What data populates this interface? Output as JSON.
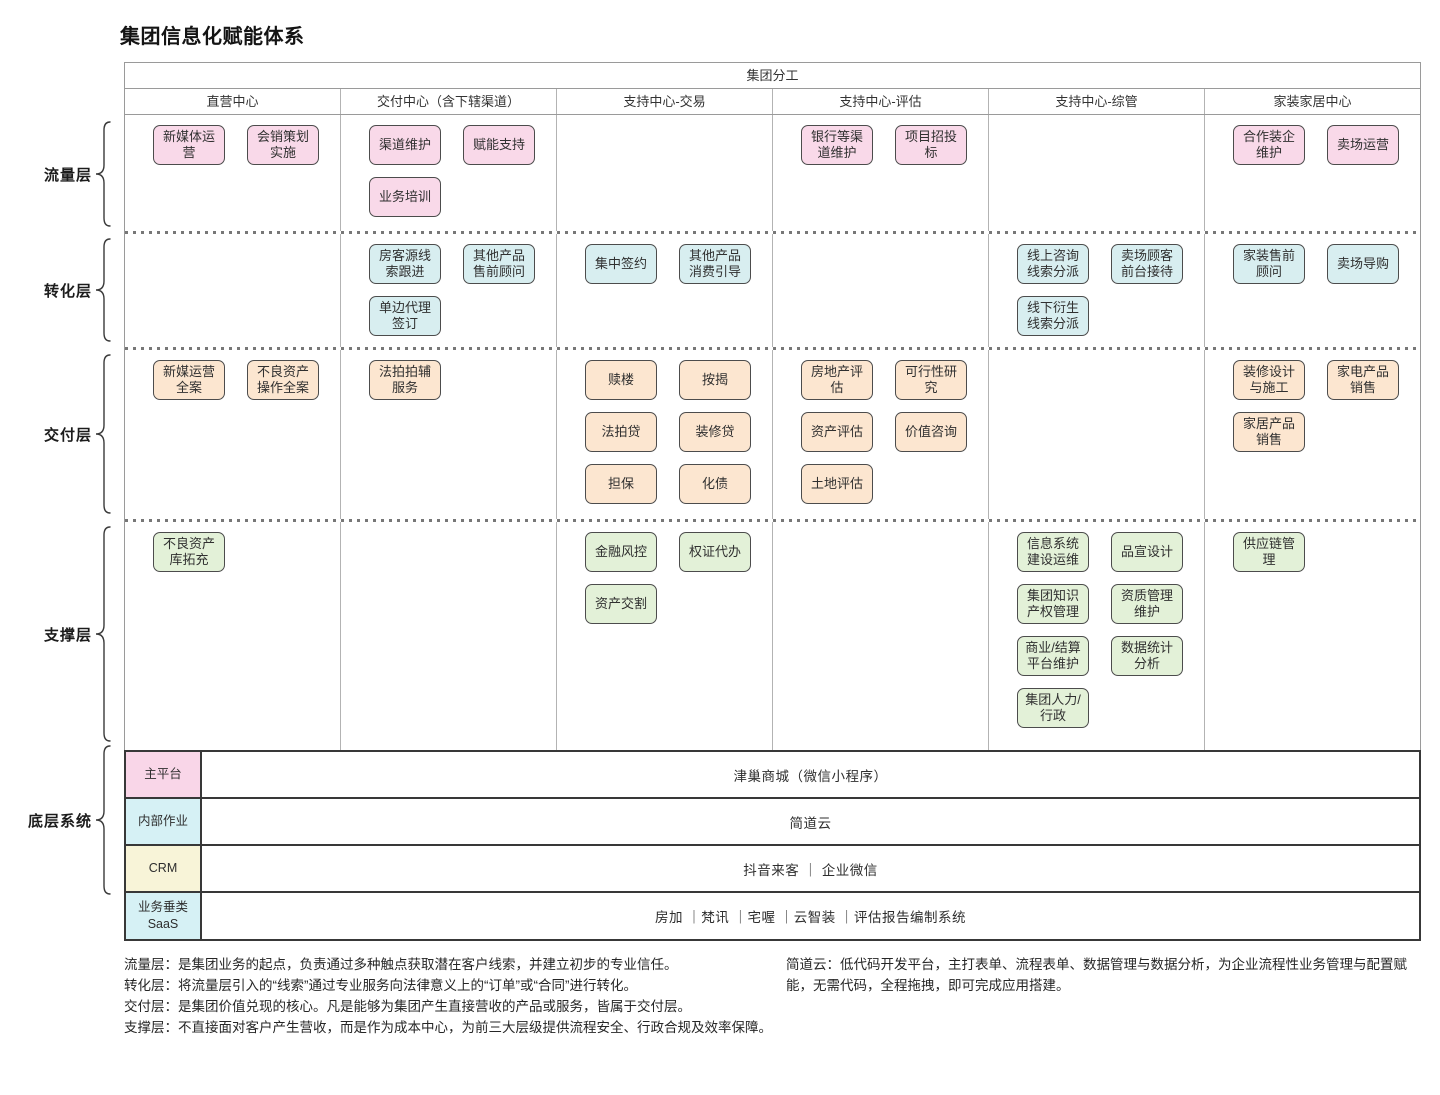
{
  "title": "集团信息化赋能体系",
  "matrix": {
    "header": "集团分工",
    "columns": [
      "直营中心",
      "交付中心（含下辖渠道）",
      "支持中心-交易",
      "支持中心-评估",
      "支持中心-综管",
      "家装家居中心"
    ],
    "layers": [
      {
        "label": "流量层",
        "box_color": "#f9d9e9",
        "cells": [
          [
            "新媒体运营",
            "会销策划实施"
          ],
          [
            "渠道维护",
            "赋能支持",
            "业务培训"
          ],
          [],
          [
            "银行等渠道维护",
            "项目招投标"
          ],
          [],
          [
            "合作装企维护",
            "卖场运营"
          ]
        ]
      },
      {
        "label": "转化层",
        "box_color": "#d8eef0",
        "cells": [
          [],
          [
            "房客源线索跟进",
            "其他产品售前顾问",
            "单边代理签订"
          ],
          [
            "集中签约",
            "其他产品消费引导"
          ],
          [],
          [
            "线上咨询线索分派",
            "卖场顾客前台接待",
            "线下衍生线索分派"
          ],
          [
            "家装售前顾问",
            "卖场导购"
          ]
        ]
      },
      {
        "label": "交付层",
        "box_color": "#fce6d0",
        "cells": [
          [
            "新媒运营全案",
            "不良资产操作全案"
          ],
          [
            "法拍拍辅服务"
          ],
          [
            "赎楼",
            "按揭",
            "法拍贷",
            "装修贷",
            "担保",
            "化债"
          ],
          [
            "房地产评估",
            "可行性研究",
            "资产评估",
            "价值咨询",
            "土地评估"
          ],
          [],
          [
            "装修设计与施工",
            "家电产品销售",
            "家居产品销售"
          ]
        ]
      },
      {
        "label": "支撑层",
        "box_color": "#e3f1d8",
        "cells": [
          [
            "不良资产库拓充"
          ],
          [],
          [
            "金融风控",
            "权证代办",
            "资产交割"
          ],
          [],
          [
            "信息系统建设运维",
            "品宣设计",
            "集团知识产权管理",
            "资质管理维护",
            "商业/结算平台维护",
            "数据统计分析",
            "集团人力/行政"
          ],
          [
            "供应链管理"
          ]
        ]
      }
    ]
  },
  "base_systems": {
    "label": "底层系统",
    "rows": [
      {
        "label": "主平台",
        "label_color": "#f9d6e8",
        "content": "津巢商城（微信小程序）"
      },
      {
        "label": "内部作业",
        "label_color": "#d6f1f5",
        "content": "简道云"
      },
      {
        "label": "CRM",
        "label_color": "#f8f4d8",
        "content": "抖音来客 ｜ 企业微信"
      },
      {
        "label": "业务垂类\nSaaS",
        "label_color": "#d6f1f5",
        "content": "房加 ｜梵讯 ｜宅喔 ｜云智装 ｜评估报告编制系统"
      }
    ]
  },
  "notes_left": [
    "流量层：是集团业务的起点，负责通过多种触点获取潜在客户线索，并建立初步的专业信任。",
    "转化层：将流量层引入的“线索”通过专业服务向法律意义上的“订单”或“合同”进行转化。",
    "交付层：是集团价值兑现的核心。凡是能够为集团产生直接营收的产品或服务，皆属于交付层。",
    "支撑层：不直接面对客户产生营收，而是作为成本中心，为前三大层级提供流程安全、行政合规及效率保障。"
  ],
  "notes_right": "简道云：低代码开发平台，主打表单、流程表单、数据管理与数据分析，为企业流程性业务管理与配置赋能，无需代码，全程拖拽，即可完成应用搭建。"
}
